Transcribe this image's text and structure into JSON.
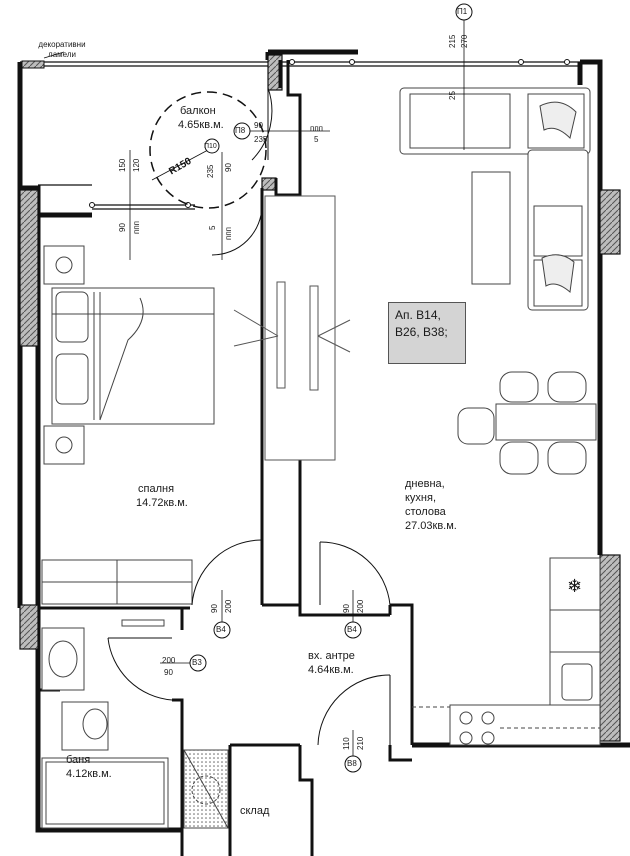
{
  "annotations": {
    "decorative_panels": "декоративни ламели"
  },
  "apartment_tag": {
    "line1": "Ап. B14,",
    "line2": "B26, B38;"
  },
  "rooms": {
    "balcony": {
      "name": "балкон",
      "area": "4.65кв.м."
    },
    "bedroom": {
      "name": "спалня",
      "area": "14.72кв.м."
    },
    "living": {
      "name_line1": "дневна,",
      "name_line2": "кухня,",
      "name_line3": "столова",
      "area": "27.03кв.м."
    },
    "hall": {
      "name": "вх. антре",
      "area": "4.64кв.м."
    },
    "bathroom": {
      "name": "баня",
      "area": "4.12кв.м."
    },
    "storage": {
      "name": "склад"
    }
  },
  "markers": {
    "p1": "П1",
    "p8": "П8",
    "p10": "П10",
    "v3": "В3",
    "v4a": "В4",
    "v4b": "В4",
    "v8": "В8"
  },
  "dimensions": {
    "top_215": "215",
    "top_270": "270",
    "top_25": "25",
    "p8_90": "90",
    "p8_235": "235",
    "balcony_ppp": "ппп",
    "balcony_5": "5",
    "p10_235": "235",
    "p10_90": "90",
    "p10_ppp": "ппп",
    "p10_5": "5",
    "left_150": "150",
    "left_120": "120",
    "left_90": "90",
    "left_ppp": "ппп",
    "radius": "R150",
    "v4a_90": "90",
    "v4a_200": "200",
    "v4b_90": "90",
    "v4b_200": "200",
    "v3_200": "200",
    "v3_90": "90",
    "v8_110": "110",
    "v8_210": "210"
  }
}
